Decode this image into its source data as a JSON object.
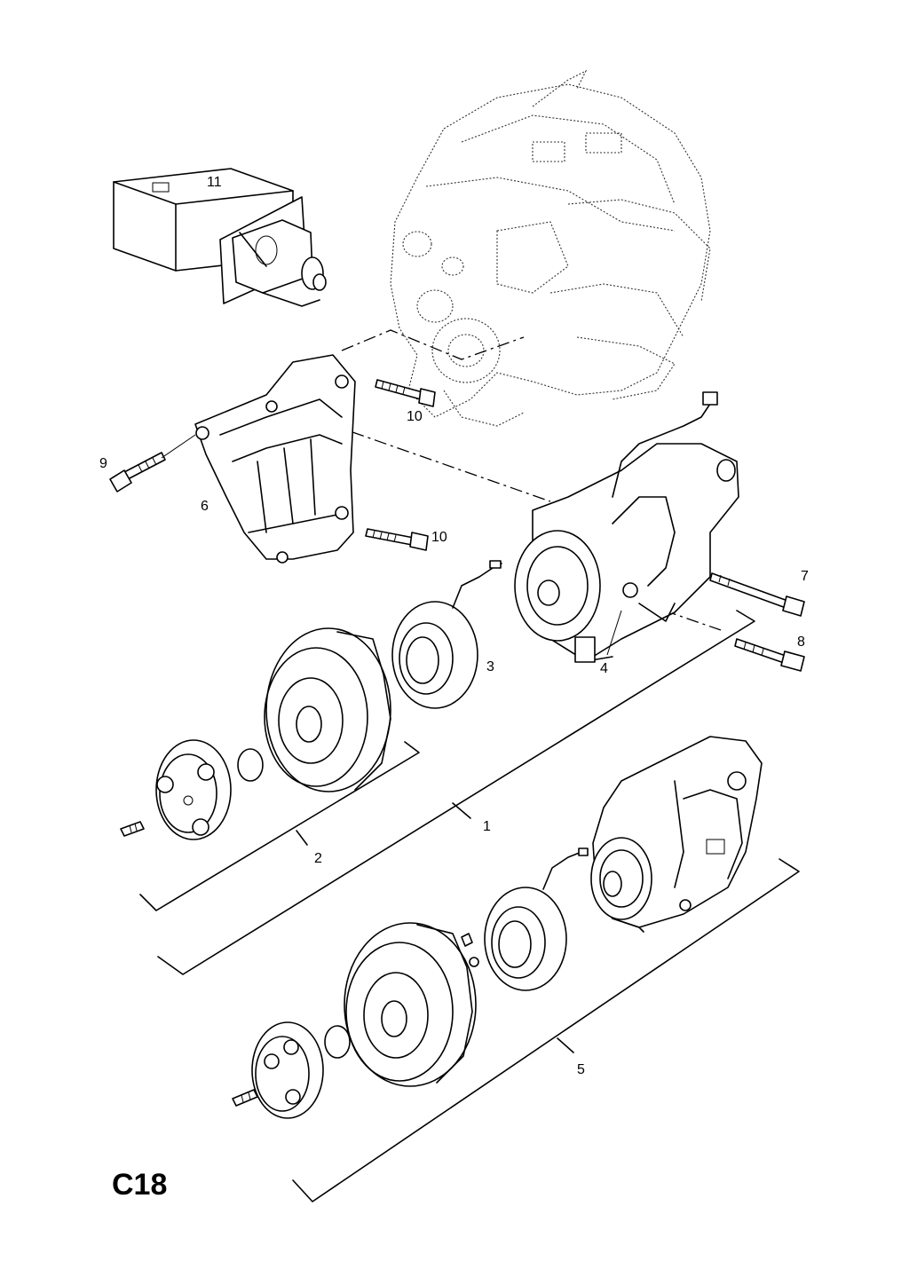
{
  "diagram": {
    "page_code": "C18",
    "callouts": {
      "c1": "1",
      "c2": "2",
      "c3": "3",
      "c4": "4",
      "c5": "5",
      "c6": "6",
      "c7": "7",
      "c8": "8",
      "c9": "9",
      "c10a": "10",
      "c10b": "10",
      "c11": "11"
    }
  }
}
